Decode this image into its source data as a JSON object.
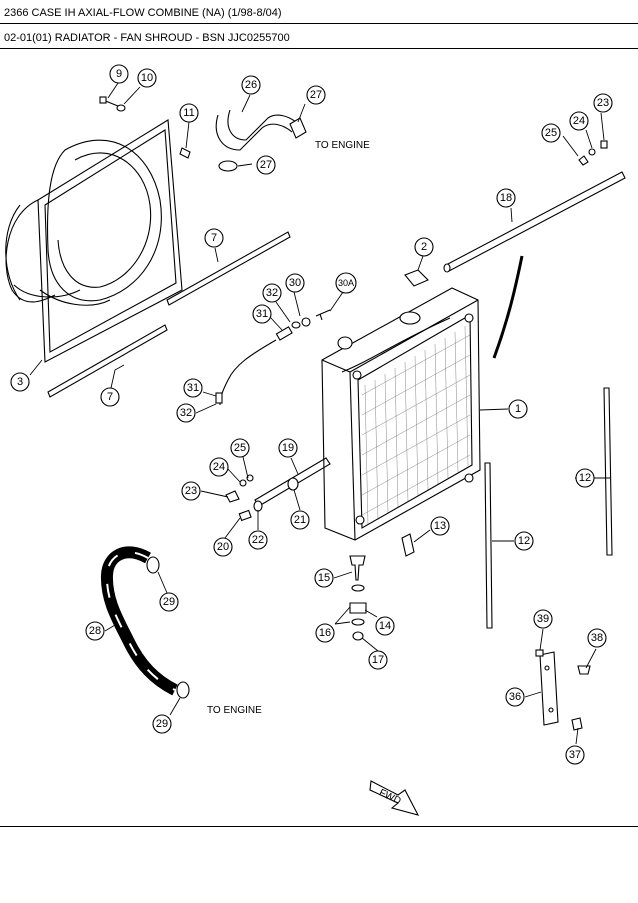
{
  "header": {
    "title": "2366 CASE IH AXIAL-FLOW COMBINE (NA) (1/98-8/04)",
    "subtitle": "02-01(01) RADIATOR - FAN SHROUD - BSN JJC0255700"
  },
  "notes": {
    "to_engine_top": "TO ENGINE",
    "to_engine_bottom": "TO ENGINE",
    "fwd": "FWD"
  },
  "callouts": [
    {
      "id": "c9",
      "label": "9"
    },
    {
      "id": "c10",
      "label": "10"
    },
    {
      "id": "c26",
      "label": "26"
    },
    {
      "id": "c27a",
      "label": "27"
    },
    {
      "id": "c27b",
      "label": "27"
    },
    {
      "id": "c11",
      "label": "11"
    },
    {
      "id": "c23a",
      "label": "23"
    },
    {
      "id": "c24a",
      "label": "24"
    },
    {
      "id": "c25a",
      "label": "25"
    },
    {
      "id": "c18",
      "label": "18"
    },
    {
      "id": "c7a",
      "label": "7"
    },
    {
      "id": "c2",
      "label": "2"
    },
    {
      "id": "c30",
      "label": "30"
    },
    {
      "id": "c32a",
      "label": "32"
    },
    {
      "id": "c30a",
      "label": "30A"
    },
    {
      "id": "c31a",
      "label": "31"
    },
    {
      "id": "c3",
      "label": "3"
    },
    {
      "id": "c7b",
      "label": "7"
    },
    {
      "id": "c31b",
      "label": "31"
    },
    {
      "id": "c32b",
      "label": "32"
    },
    {
      "id": "c1",
      "label": "1"
    },
    {
      "id": "c25b",
      "label": "25"
    },
    {
      "id": "c19",
      "label": "19"
    },
    {
      "id": "c24b",
      "label": "24"
    },
    {
      "id": "c12a",
      "label": "12"
    },
    {
      "id": "c23b",
      "label": "23"
    },
    {
      "id": "c21",
      "label": "21"
    },
    {
      "id": "c13",
      "label": "13"
    },
    {
      "id": "c20",
      "label": "20"
    },
    {
      "id": "c22",
      "label": "22"
    },
    {
      "id": "c12b",
      "label": "12"
    },
    {
      "id": "c15",
      "label": "15"
    },
    {
      "id": "c29a",
      "label": "29"
    },
    {
      "id": "c39",
      "label": "39"
    },
    {
      "id": "c28",
      "label": "28"
    },
    {
      "id": "c16",
      "label": "16"
    },
    {
      "id": "c14",
      "label": "14"
    },
    {
      "id": "c38",
      "label": "38"
    },
    {
      "id": "c17",
      "label": "17"
    },
    {
      "id": "c36",
      "label": "36"
    },
    {
      "id": "c29b",
      "label": "29"
    },
    {
      "id": "c37",
      "label": "37"
    }
  ]
}
